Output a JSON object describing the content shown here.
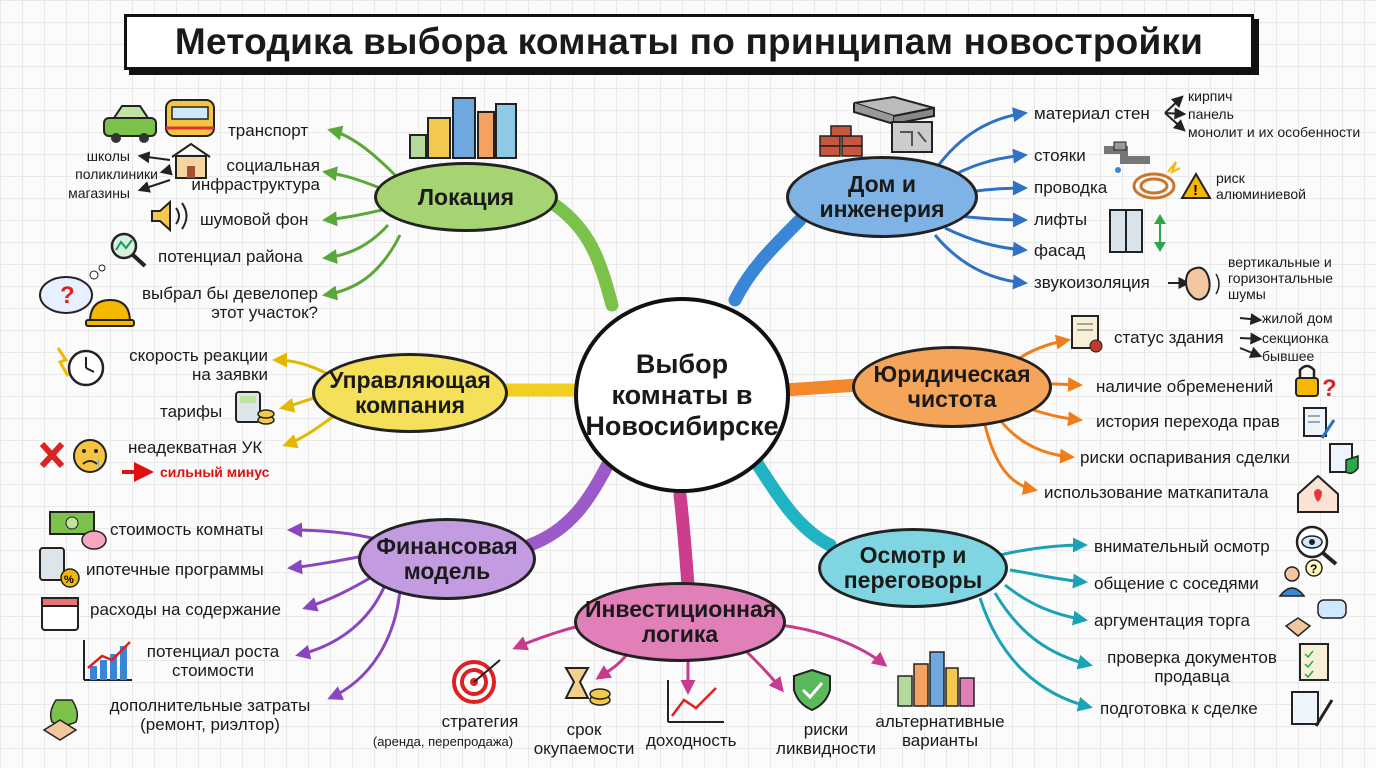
{
  "title": "Методика выбора комнаты по принципам новостройки",
  "center": "Выбор комнаты в Новосибирске",
  "colors": {
    "location": "#a6d473",
    "house": "#7fb2e5",
    "legal": "#f5a559",
    "inspection": "#7fd6e2",
    "investment": "#e07fb8",
    "finance": "#c29be0",
    "management": "#f5e05a"
  },
  "nodes": {
    "location": "Локация",
    "house": "Дом и инженерия",
    "management": "Управляющая компания",
    "legal": "Юридическая чистота",
    "finance": "Финансовая модель",
    "investment": "Инвестиционная логика",
    "inspection": "Осмотр и переговоры"
  },
  "location": {
    "transport": "транспорт",
    "social": "социальная инфраструктура",
    "social_sub": [
      "школы",
      "поликлиники",
      "магазины"
    ],
    "noise": "шумовой фон",
    "potential": "потенциал района",
    "developer": "выбрал бы девелопер этот участок?"
  },
  "house": {
    "walls": "материал стен",
    "walls_sub": [
      "кирпич",
      "панель",
      "монолит и их особенности"
    ],
    "risers": "стояки",
    "wiring": "проводка",
    "wiring_risk": "риск алюминиевой",
    "lifts": "лифты",
    "facade": "фасад",
    "sound": "звукоизоляция",
    "sound_sub": "вертикальные и горизонтальные шумы"
  },
  "management": {
    "speed": "скорость реакции на заявки",
    "tariffs": "тарифы",
    "bad": "неадекватная УК",
    "bad_note": "сильный минус"
  },
  "legal": {
    "status": "статус здания",
    "status_sub": [
      "жилой дом",
      "секционка",
      "бывшее"
    ],
    "encumbrance": "наличие обременений",
    "history": "история перехода прав",
    "dispute": "риски оспаривания сделки",
    "capital": "использование маткапитала"
  },
  "finance": {
    "cost": "стоимость комнаты",
    "mortgage": "ипотечные программы",
    "upkeep": "расходы на содержание",
    "growth": "потенциал роста стоимости",
    "extra": "дополнительные затраты (ремонт, риэлтор)"
  },
  "investment": {
    "strategy": "стратегия",
    "strategy_sub": "(аренда, перепродажа)",
    "payback": "срок окупаемости",
    "yield": "доходность",
    "liquidity": "риски ликвидности",
    "alternatives": "альтернативные варианты"
  },
  "inspection": {
    "careful": "внимательный осмотр",
    "neighbors": "общение с соседями",
    "bargain": "аргументация торга",
    "docs": "проверка документов продавца",
    "prep": "подготовка к сделке"
  }
}
